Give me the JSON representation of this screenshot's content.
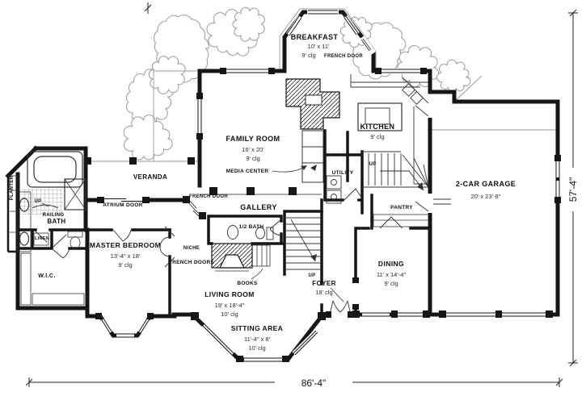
{
  "plan": {
    "overall_width": "86'-4\"",
    "overall_depth": "57'-4\"",
    "rooms": {
      "breakfast": {
        "name": "BREAKFAST",
        "size": "10' x 11'",
        "ceiling": "9' clg"
      },
      "family_room": {
        "name": "FAMILY ROOM",
        "size": "16' x 20'",
        "ceiling": "9' clg"
      },
      "kitchen": {
        "name": "KITCHEN",
        "ceiling": "9' clg"
      },
      "garage": {
        "name": "2-CAR GARAGE",
        "size": "20' x 23'-8\""
      },
      "veranda": {
        "name": "VERANDA"
      },
      "gallery": {
        "name": "GALLERY"
      },
      "master_bedroom": {
        "name": "MASTER BEDROOM",
        "size": "13'-4\" x 18'",
        "ceiling": "9' clg"
      },
      "bath": {
        "name": "BATH"
      },
      "half_bath": {
        "name": "1/2 BATH"
      },
      "wic": {
        "name": "W.I.C."
      },
      "living_room": {
        "name": "LIVING ROOM",
        "size": "19' x 18'-4\"",
        "ceiling": "10' clg"
      },
      "sitting_area": {
        "name": "SITTING AREA",
        "size": "11'-4\" x 8'",
        "ceiling": "10' clg"
      },
      "foyer": {
        "name": "FOYER",
        "ceiling": "18' clg"
      },
      "dining": {
        "name": "DINING",
        "size": "11' x 14'-4\"",
        "ceiling": "9' clg"
      },
      "utility": {
        "name": "UTILITY"
      },
      "pantry": {
        "name": "PANTRY"
      }
    },
    "annotations": {
      "media_center": "MEDIA CENTER",
      "french_door_breakfast": "FRENCH DOOR",
      "french_door_gallery": "FRENCH DOOR",
      "french_doors_bedroom": "FRENCH DOORS",
      "atrium_door": "ATRIUM DOOR",
      "niche": "NICHE",
      "books": "BOOKS",
      "linen": "LINEN",
      "planter": "PLANTER",
      "railing": "RAILING",
      "up_bath": "UP",
      "up_back_stairs": "UP",
      "up_main_stairs": "UP"
    }
  }
}
